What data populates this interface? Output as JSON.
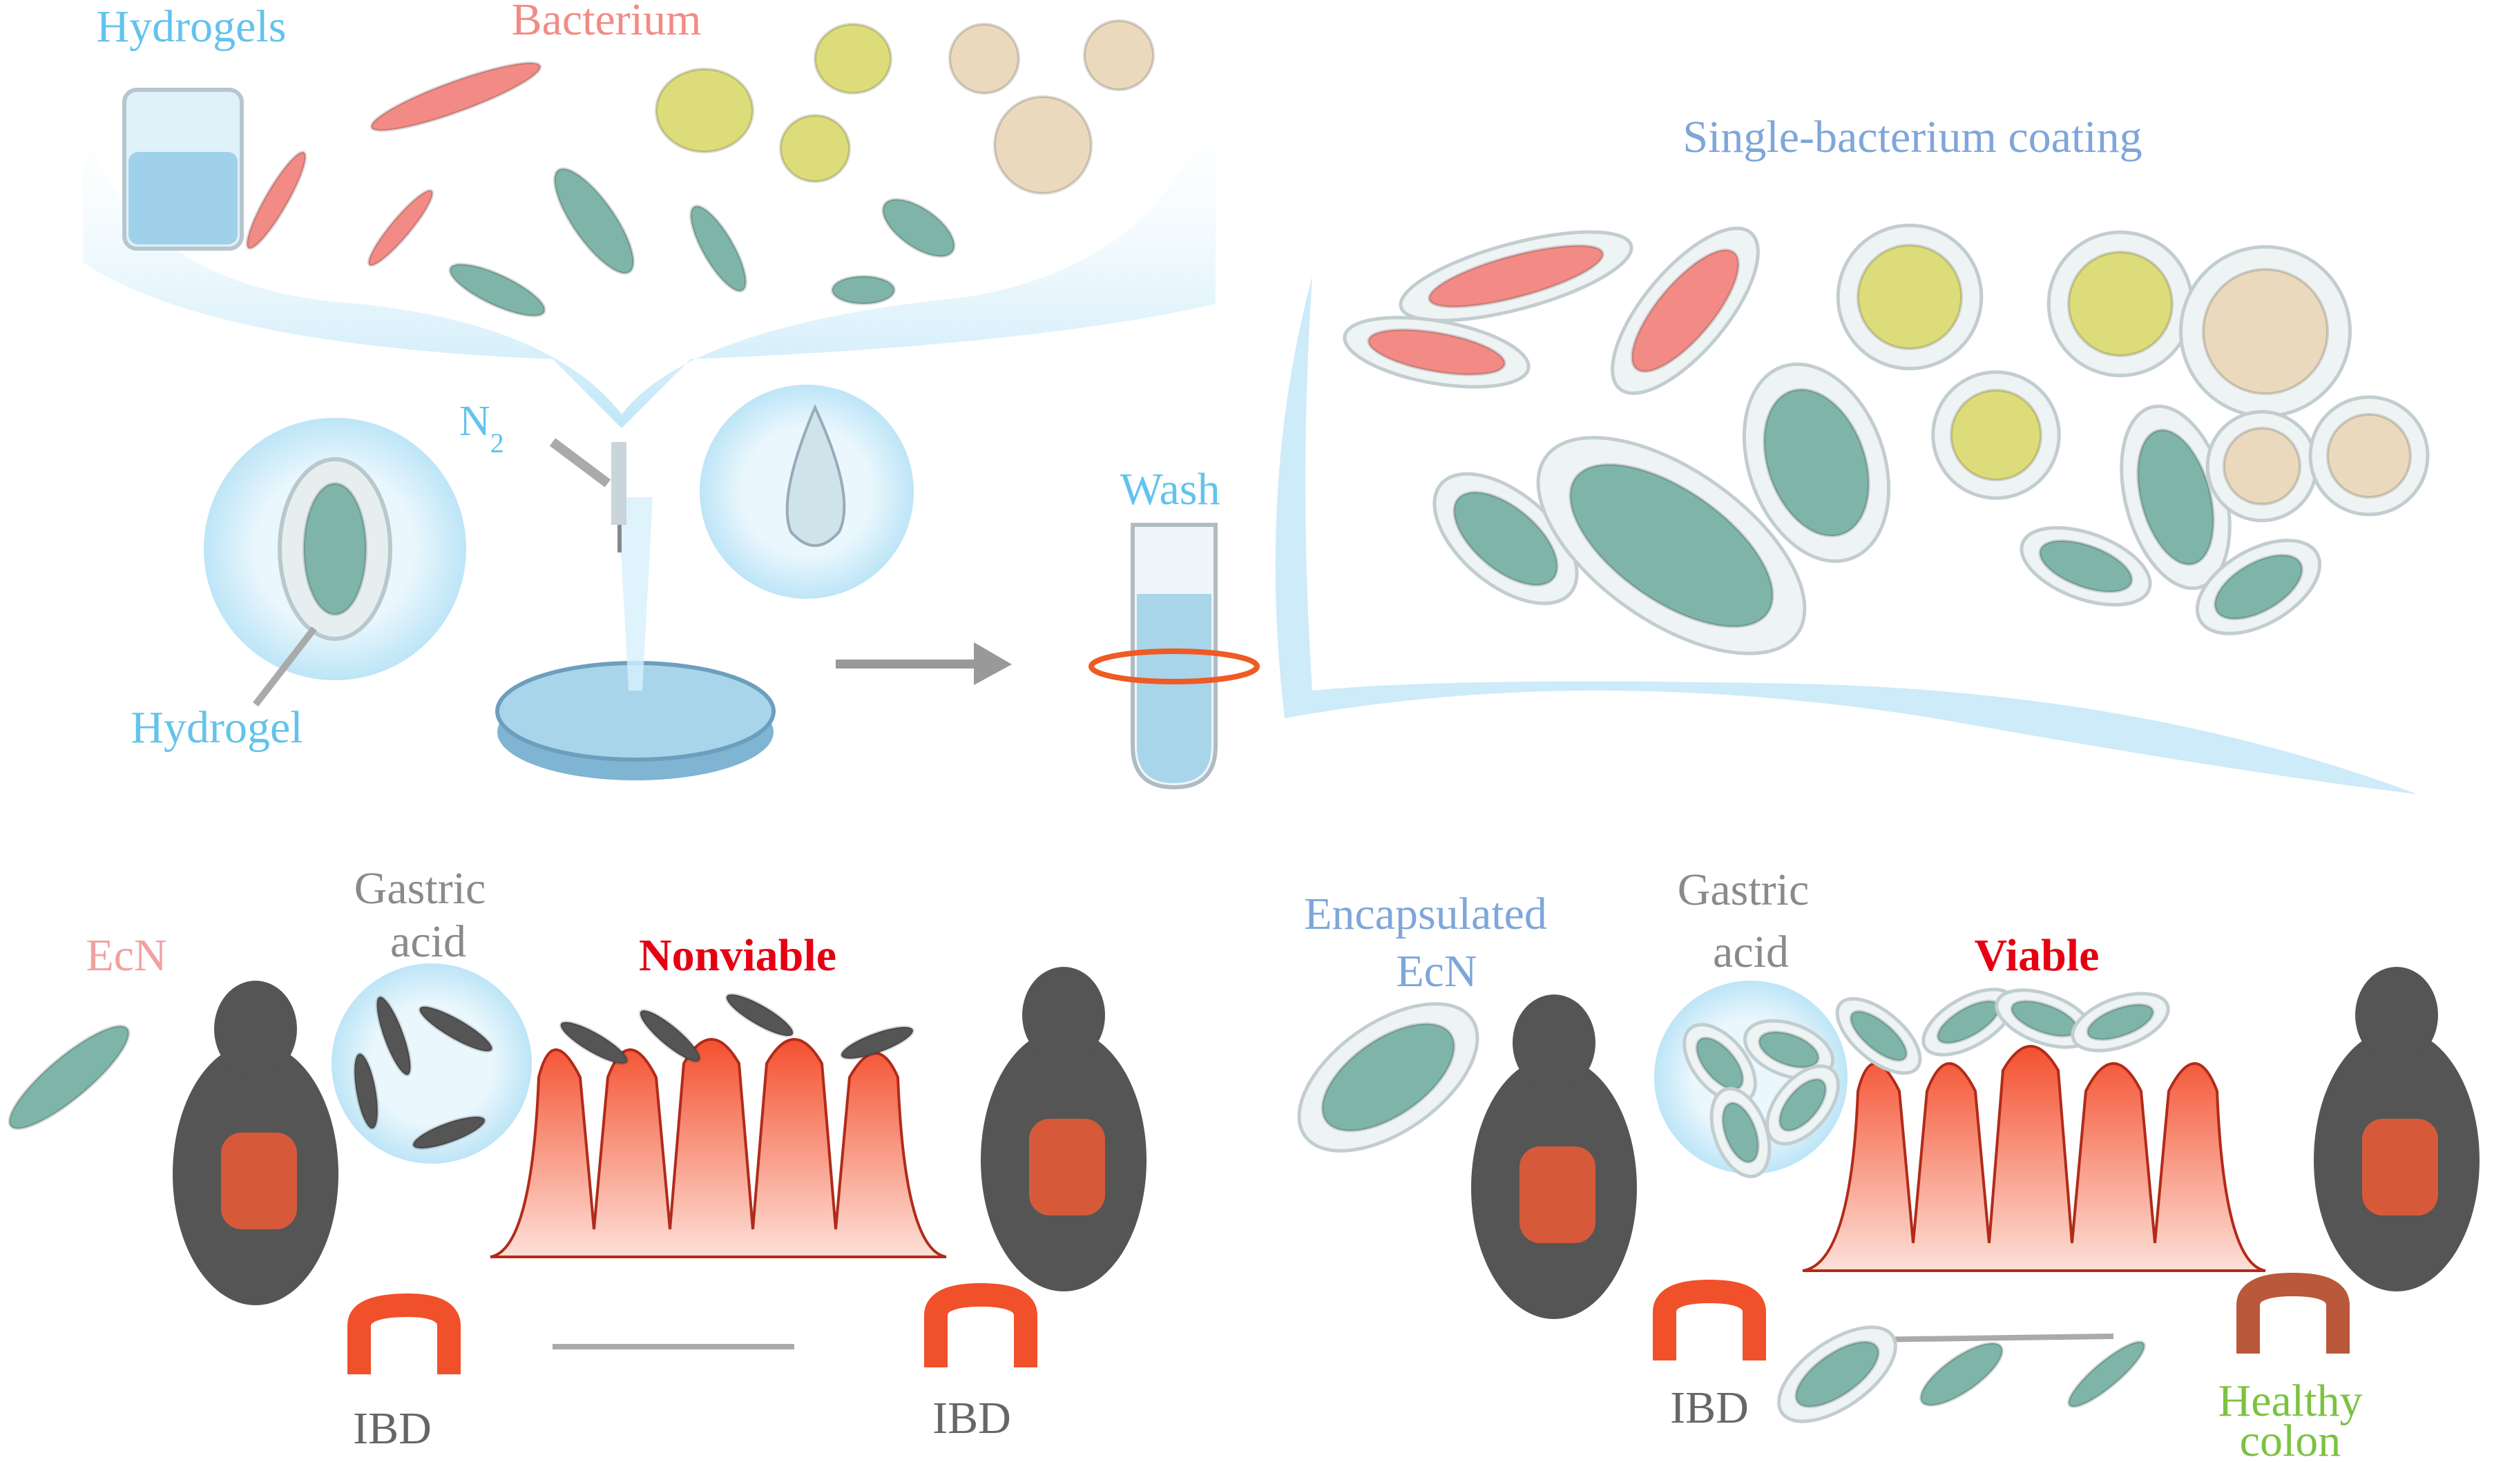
{
  "top": {
    "hydrogels_label": "Hydrogels",
    "bacterium_label": "Bacterium",
    "n2_label": "N",
    "n2_subscript": "2",
    "hydrogel_label": "Hydrogel",
    "wash_label": "Wash",
    "coating_label": "Single-bacterium coating"
  },
  "bottom_left": {
    "ecn_label": "EcN",
    "gastric_line1": "Gastric",
    "gastric_line2": "acid",
    "status_label": "Nonviable",
    "ibd_label_1": "IBD",
    "ibd_label_2": "IBD"
  },
  "bottom_right": {
    "encapsulated_line1": "Encapsulated",
    "encapsulated_line2": "EcN",
    "gastric_line1": "Gastric",
    "gastric_line2": "acid",
    "status_label": "Viable",
    "ibd_label": "IBD",
    "healthy_line1": "Healthy",
    "healthy_line2": "colon"
  },
  "colors": {
    "hydrogel_blue": "#63c3ec",
    "bacterium_pink": "#f28b85",
    "coating_blue": "#7ea6da",
    "gastric_gray": "#8a8a8a",
    "nonviable_red": "#e60012",
    "healthy_green": "#7cc242",
    "bacteria_teal": "#7fb5a8",
    "yeast_yellow": "#dcdc7a",
    "spore_beige": "#ead9bd",
    "villi_red": "#f2553a"
  }
}
